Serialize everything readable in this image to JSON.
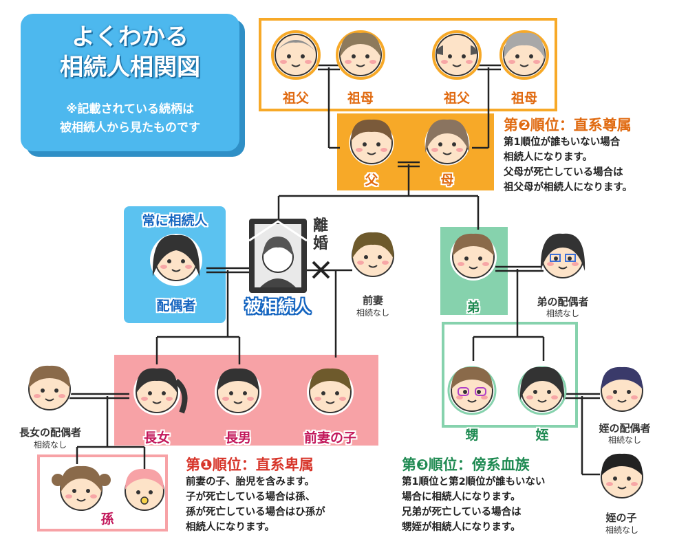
{
  "title": {
    "line1": "よくわかる",
    "line2": "相続人相関図",
    "note1": "※記載されている続柄は",
    "note2": "被相続人から見たものです"
  },
  "colors": {
    "title_bg": "#4db8ee",
    "rank1": "#d7352a",
    "rank2": "#e06a10",
    "rank3": "#1f8a52",
    "orange_box": "#f7a928",
    "pink_box": "#f7a2a6",
    "green_box": "#86d2ad",
    "blue_box": "#5bc2f0"
  },
  "people": {
    "grandfather_paternal": "祖父",
    "grandmother_paternal": "祖母",
    "grandfather_maternal": "祖父",
    "grandmother_maternal": "祖母",
    "father": "父",
    "mother": "母",
    "spouse": "配偶者",
    "always_heir": "常に相続人",
    "deceased": "被相続人",
    "divorce_line1": "離",
    "divorce_line2": "婚",
    "ex_wife": "前妻",
    "ex_wife_note": "相続なし",
    "younger_brother": "弟",
    "brother_spouse": "弟の配偶者",
    "brother_spouse_note": "相続なし",
    "eldest_daughter": "長女",
    "eldest_son": "長男",
    "ex_wife_child": "前妻の子",
    "daughter_spouse": "長女の配偶者",
    "daughter_spouse_note": "相続なし",
    "grandchild": "孫",
    "nephew": "甥",
    "niece": "姪",
    "niece_spouse": "姪の配偶者",
    "niece_spouse_note": "相続なし",
    "niece_child": "姪の子",
    "niece_child_note": "相続なし"
  },
  "rank2": {
    "prefix": "第",
    "number": "❷",
    "title": "順位：直系尊属",
    "lines": [
      "第1順位が誰もいない場合",
      "相続人になります。",
      "父母が死亡している場合は",
      "祖父母が相続人になります。"
    ]
  },
  "rank1": {
    "prefix": "第",
    "number": "❶",
    "title": "順位：直系卑属",
    "lines": [
      "前妻の子、胎児を含みます。",
      "子が死亡している場合は孫、",
      "孫が死亡している場合はひ孫が",
      "相続人になります。"
    ]
  },
  "rank3": {
    "prefix": "第",
    "number": "❸",
    "title": "順位：傍系血族",
    "lines": [
      "第1順位と第2順位が誰もいない",
      "場合に相続人になります。",
      "兄弟が死亡している場合は",
      "甥姪が相続人になります。"
    ]
  }
}
